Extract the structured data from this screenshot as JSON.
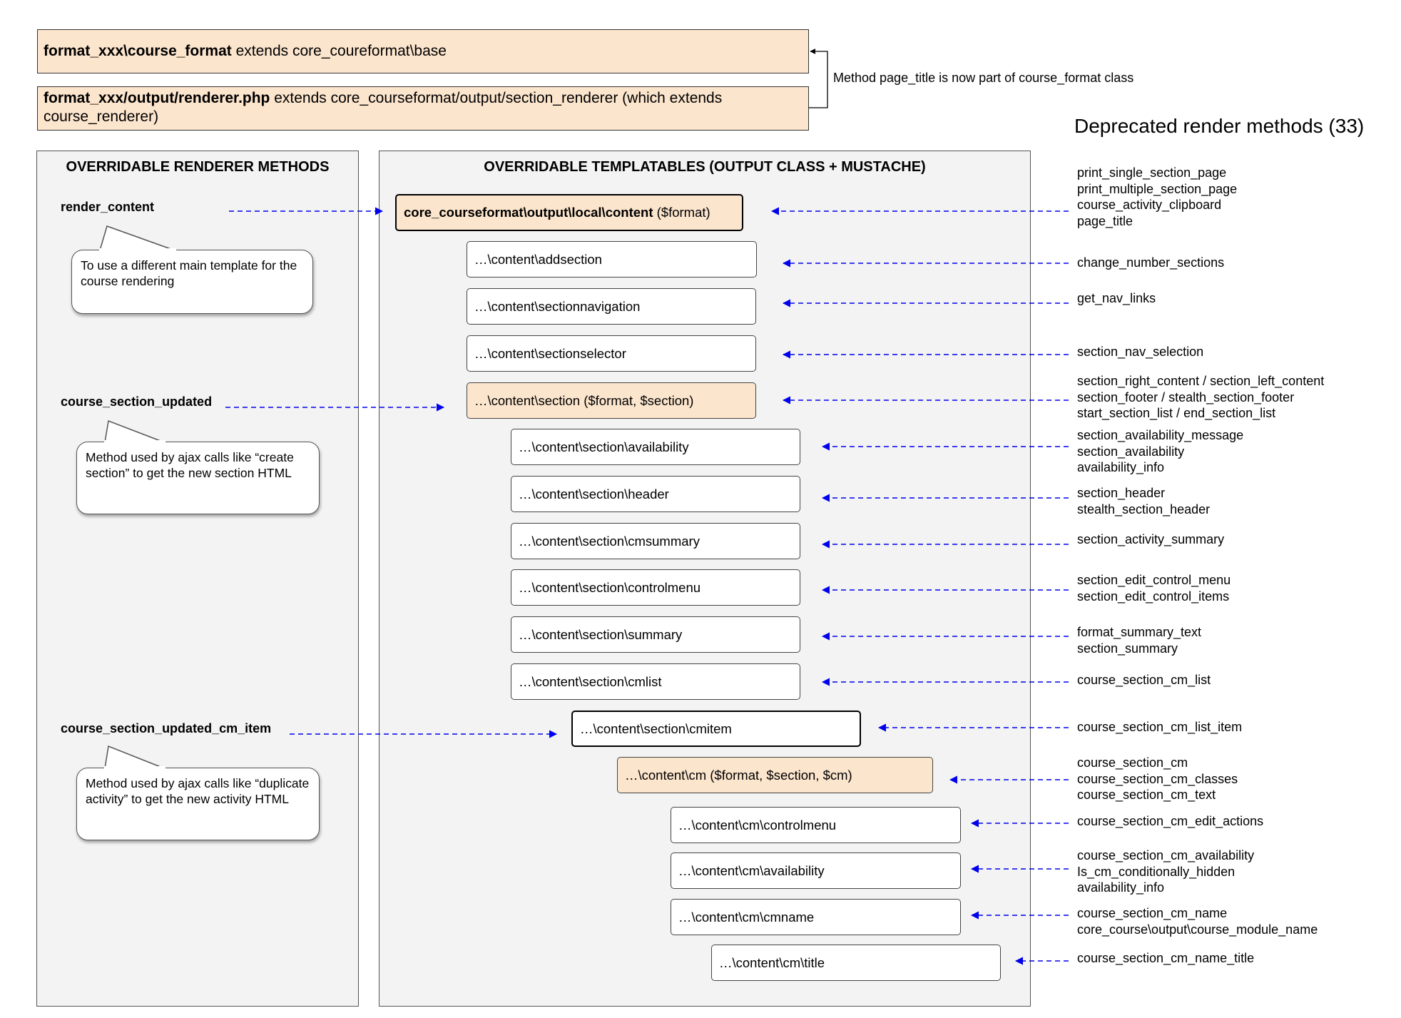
{
  "header": {
    "format_bold": "format_xxx\\course_format",
    "format_rest": " extends core_coureformat\\base",
    "renderer_bold": "format_xxx/output/renderer.php",
    "renderer_rest": " extends core_courseformat/output/section_renderer (which extends course_renderer)",
    "note": "Method page_title is now part of course_format class"
  },
  "deprecated_title": "Deprecated render methods (33)",
  "left_panel": {
    "title": "OVERRIDABLE RENDERER METHODS",
    "methods": [
      "render_content",
      "course_section_updated",
      "course_section_updated_cm_item"
    ],
    "bubbles": [
      "To use a different main template for the course rendering",
      "Method used by ajax calls like “create section” to get the new section HTML",
      "Method used by ajax calls like “duplicate activity” to get the new activity HTML"
    ]
  },
  "right_panel": {
    "title": "OVERRIDABLE TEMPLATABLES (OUTPUT CLASS + MUSTACHE)",
    "main_box": {
      "bold": "core_courseformat\\output\\local\\content",
      "rest": " ($format)"
    },
    "boxes": [
      "…\\content\\addsection",
      "…\\content\\sectionnavigation",
      "…\\content\\sectionselector",
      "…\\content\\section ($format, $section)",
      "…\\content\\section\\availability",
      "…\\content\\section\\header",
      "…\\content\\section\\cmsummary",
      "…\\content\\section\\controlmenu",
      "…\\content\\section\\summary",
      "…\\content\\section\\cmlist",
      "…\\content\\section\\cmitem",
      "…\\content\\cm ($format, $section, $cm)",
      "…\\content\\cm\\controlmenu",
      "…\\content\\cm\\availability",
      "…\\content\\cm\\cmname",
      "…\\content\\cm\\title"
    ]
  },
  "deprecated_groups": [
    [
      "print_single_section_page",
      "print_multiple_section_page",
      "course_activity_clipboard",
      "page_title"
    ],
    [
      "change_number_sections"
    ],
    [
      "get_nav_links"
    ],
    [
      "section_nav_selection"
    ],
    [
      "section_right_content / section_left_content",
      "section_footer / stealth_section_footer",
      "start_section_list / end_section_list"
    ],
    [
      "section_availability_message",
      "section_availability",
      "availability_info"
    ],
    [
      "section_header",
      "stealth_section_header"
    ],
    [
      "section_activity_summary"
    ],
    [
      "section_edit_control_menu",
      "section_edit_control_items"
    ],
    [
      "format_summary_text",
      "section_summary"
    ],
    [
      "course_section_cm_list"
    ],
    [
      "course_section_cm_list_item"
    ],
    [
      "course_section_cm",
      "course_section_cm_classes",
      "course_section_cm_text"
    ],
    [
      "course_section_cm_edit_actions"
    ],
    [
      "course_section_cm_availability",
      "Is_cm_conditionally_hidden",
      "availability_info"
    ],
    [
      "course_section_cm_name",
      "core_course\\output\\course_module_name"
    ],
    [
      "course_section_cm_name_title"
    ]
  ],
  "colors": {
    "peach": "#fce5cd",
    "panel": "#f3f3f3",
    "arrow": "#0000ee"
  }
}
